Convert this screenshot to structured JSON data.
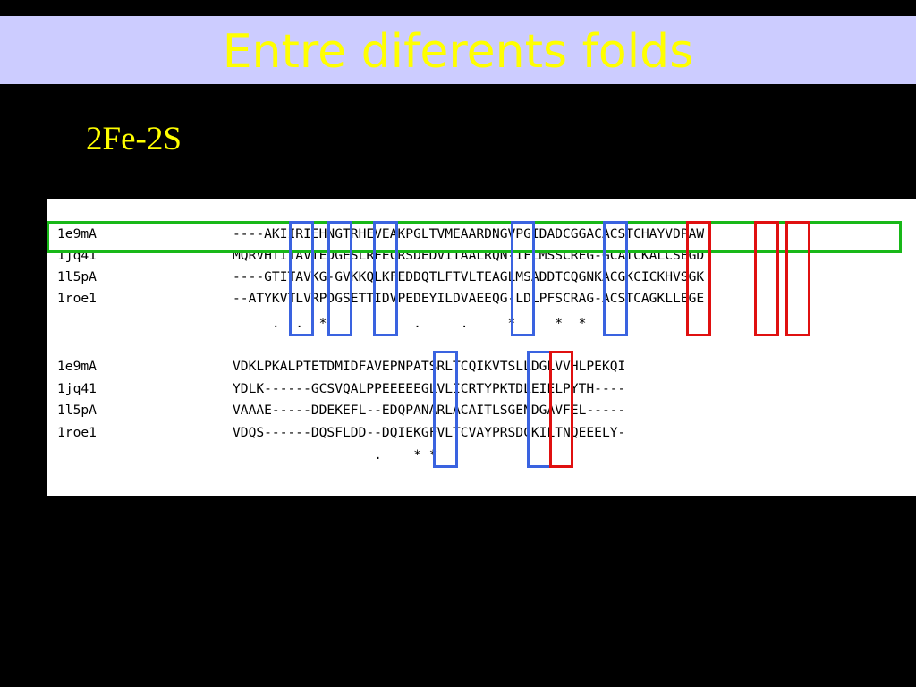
{
  "slide": {
    "title": "Entre diferents folds",
    "subtitle": "2Fe-2S"
  },
  "alignment": {
    "blocks": [
      {
        "rows": [
          {
            "name": "1e9mA",
            "seq": "----AKIIRIEHNGTRHEVEAKPGLTVMEAARDNGVPGIDADCGGACACSTCHAYVDPAW"
          },
          {
            "name": "1jq41",
            "seq": "MQRVHTITAVTEDGESLRFECRSDEDVITAALRQN-IFLMSSCREG-GCATCKALCSEGD"
          },
          {
            "name": "1l5pA",
            "seq": "----GTITAVKG-GVKKQLKFEDDQTLFTVLTEAGLMSADDTCQGNKACGKCICKHVSGK"
          },
          {
            "name": "1roe1",
            "seq": "--ATYKVTLVRPDGSETTIDVPEDEYILDVAEEQG-LDLPFSCRAG-ACSTCAGKLLEGE"
          }
        ],
        "consensus": "     .  .  *           .     .     *     *  *        "
      },
      {
        "rows": [
          {
            "name": "1e9mA",
            "seq": "VDKLPKALPTETDMIDFAVEPNPATSRLTCQIKVTSLLDGLVVHLPEKQI"
          },
          {
            "name": "1jq41",
            "seq": "YDLK------GCSVQALPPEEEEEGLVLICRTYPKTDLEIELPYTH----"
          },
          {
            "name": "1l5pA",
            "seq": "VAAAE-----DDEKEFL--EDQPANARLACAITLSGENDGAVFEL-----"
          },
          {
            "name": "1roe1",
            "seq": "VDQS------DQSFLDD--DQIEKGFVLTCVAYPRSDCKILTNQEEELY-"
          }
        ],
        "consensus": "                  .    * *                        "
      }
    ],
    "colors": {
      "conserved_hydrophobic_box": "#3a63e0",
      "cysteine_box": "#e01010",
      "reference_sequence_box": "#18b818"
    }
  }
}
